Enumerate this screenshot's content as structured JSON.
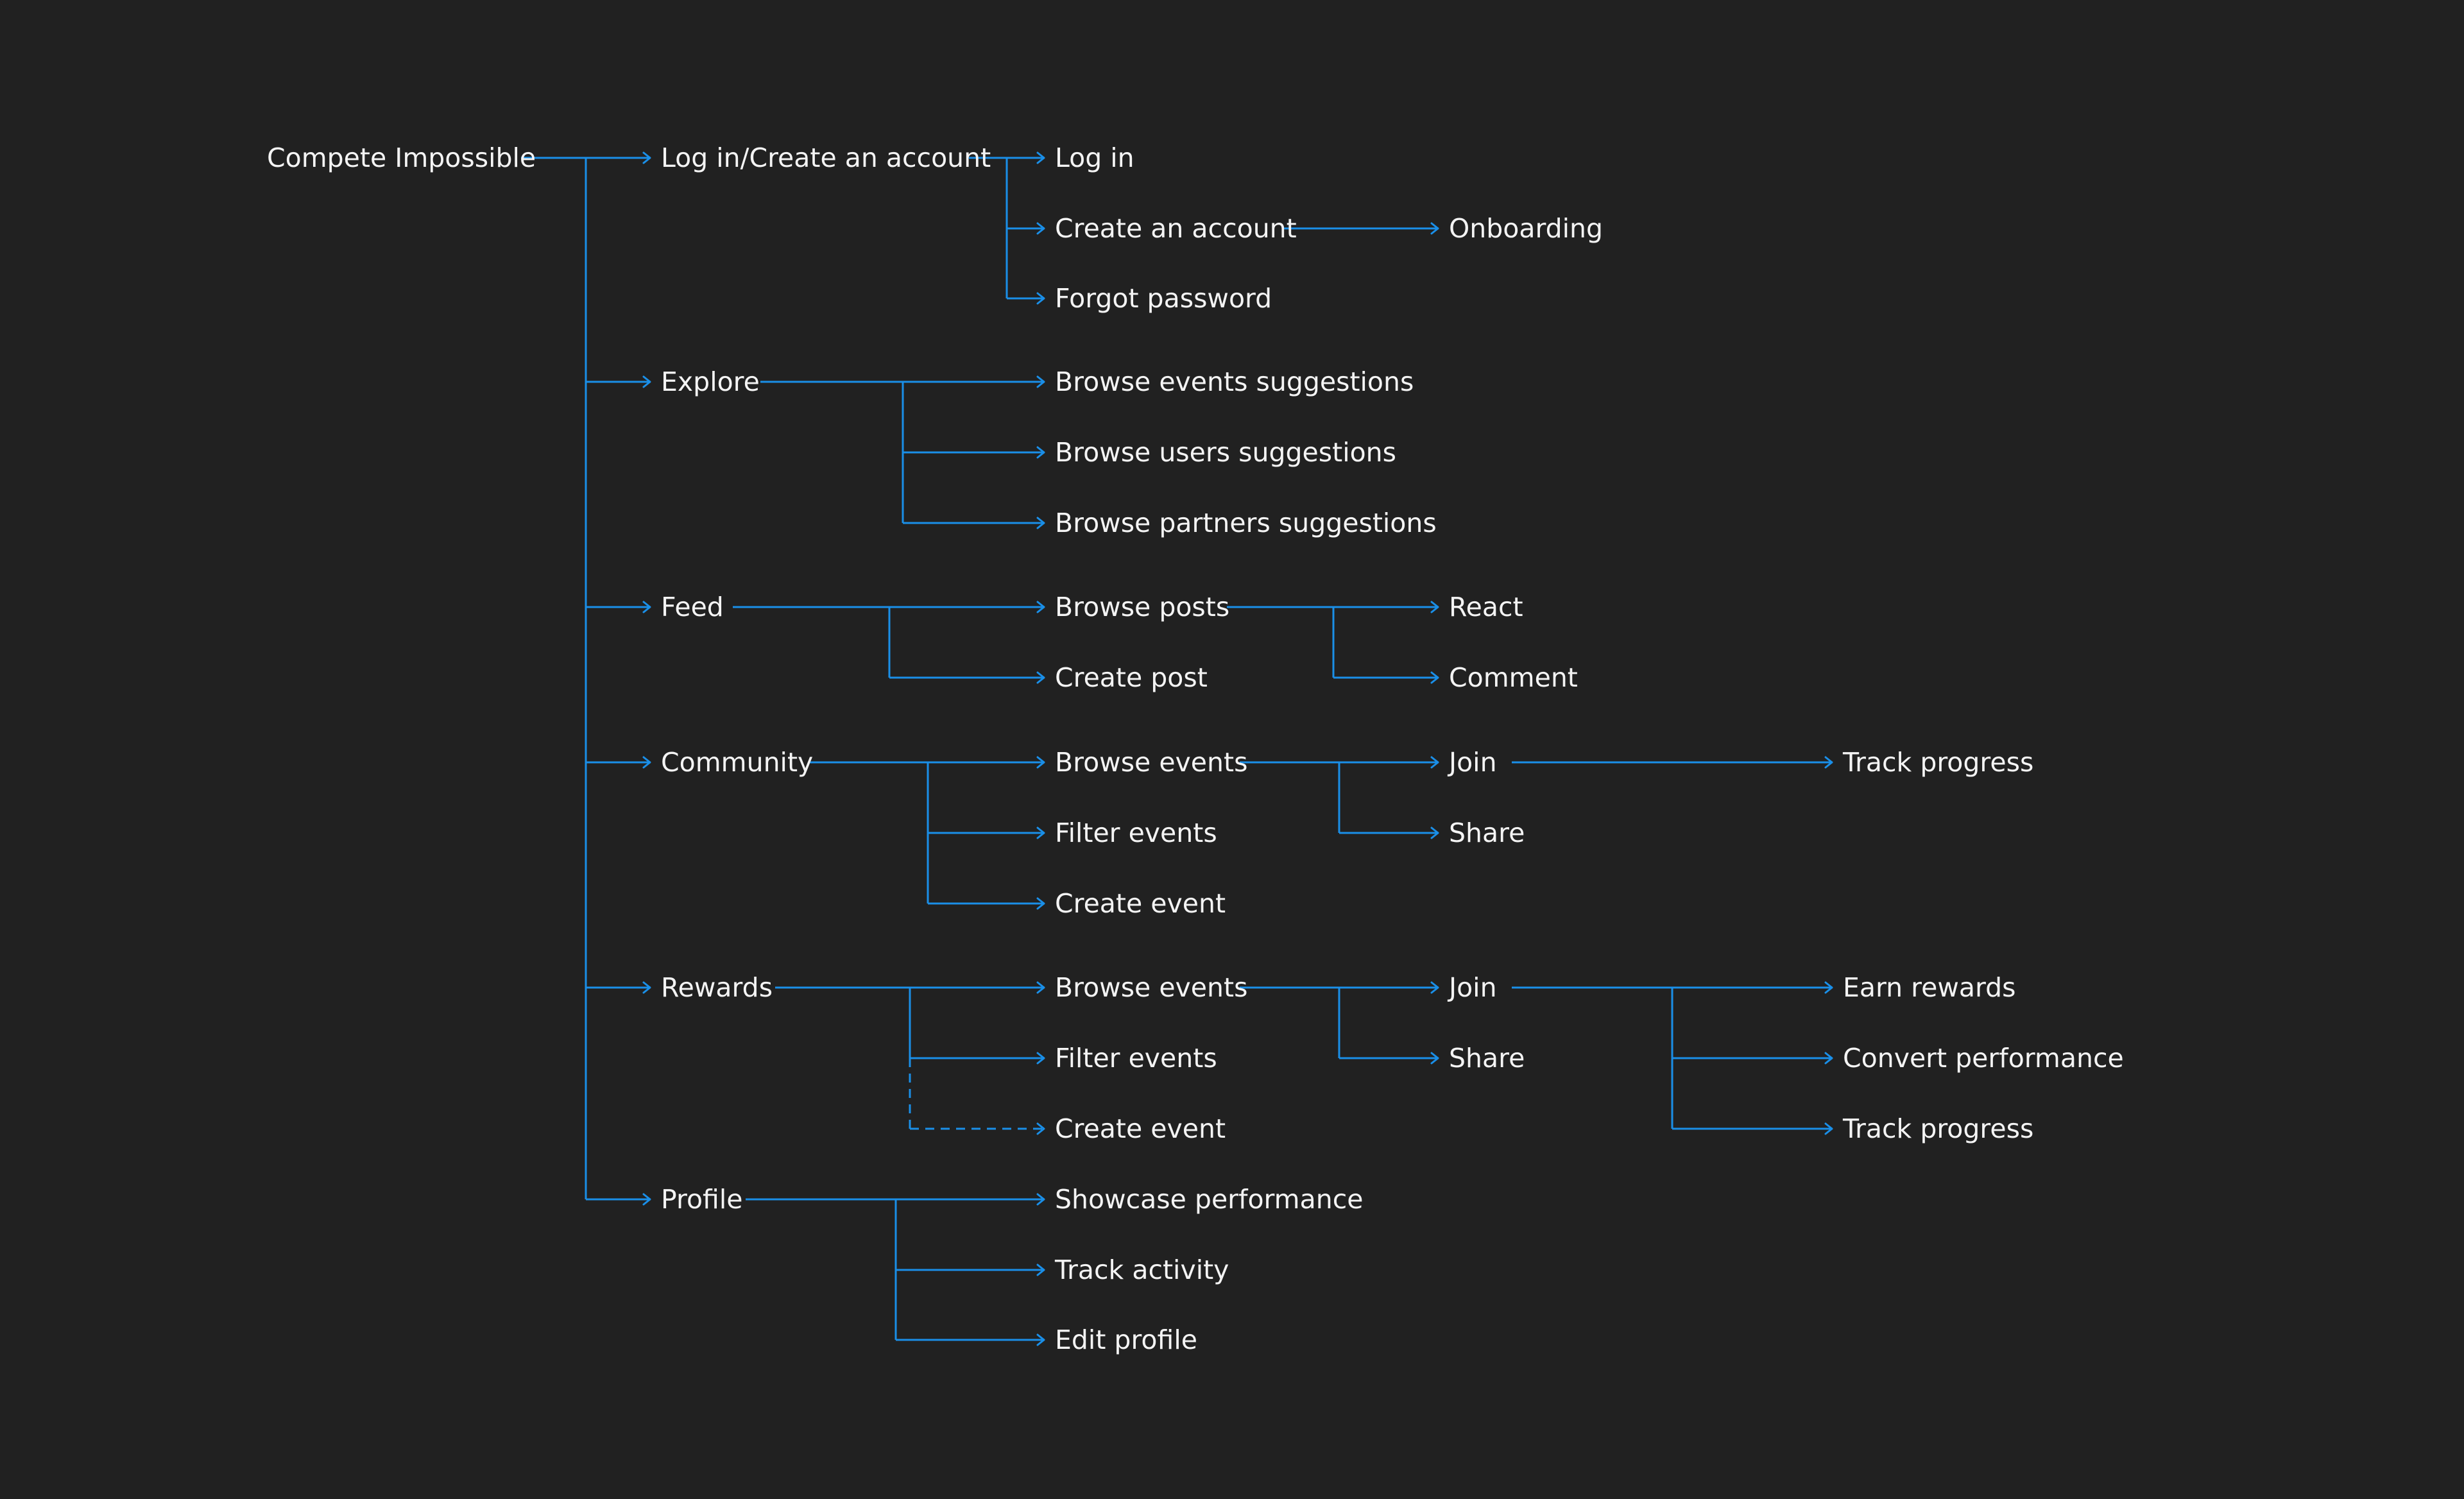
{
  "colors": {
    "background": "#212121",
    "line": "#1a8fe8",
    "text": "#f4f4f4"
  },
  "sitemap": {
    "root": "Compete Impossible",
    "sections": {
      "login": {
        "label": "Log in/Create an account",
        "items": {
          "log_in": "Log in",
          "create_account": "Create an account",
          "forgot_password": "Forgot password"
        },
        "create_account_next": "Onboarding"
      },
      "explore": {
        "label": "Explore",
        "items": {
          "events": "Browse events suggestions",
          "users": "Browse users suggestions",
          "partners": "Browse partners suggestions"
        }
      },
      "feed": {
        "label": "Feed",
        "items": {
          "browse_posts": "Browse posts",
          "create_post": "Create post"
        },
        "post_actions": {
          "react": "React",
          "comment": "Comment"
        }
      },
      "community": {
        "label": "Community",
        "items": {
          "browse_events": "Browse events",
          "filter_events": "Filter events",
          "create_event": "Create event"
        },
        "event_actions": {
          "join": "Join",
          "share": "Share"
        },
        "join_next": "Track progress"
      },
      "rewards": {
        "label": "Rewards",
        "items": {
          "browse_events": "Browse events",
          "filter_events": "Filter events",
          "create_event": "Create event"
        },
        "event_actions": {
          "join": "Join",
          "share": "Share"
        },
        "join_next": {
          "earn": "Earn rewards",
          "convert": "Convert performance",
          "track": "Track progress"
        }
      },
      "profile": {
        "label": "Profile",
        "items": {
          "showcase": "Showcase performance",
          "track_activity": "Track activity",
          "edit": "Edit profile"
        }
      }
    }
  }
}
